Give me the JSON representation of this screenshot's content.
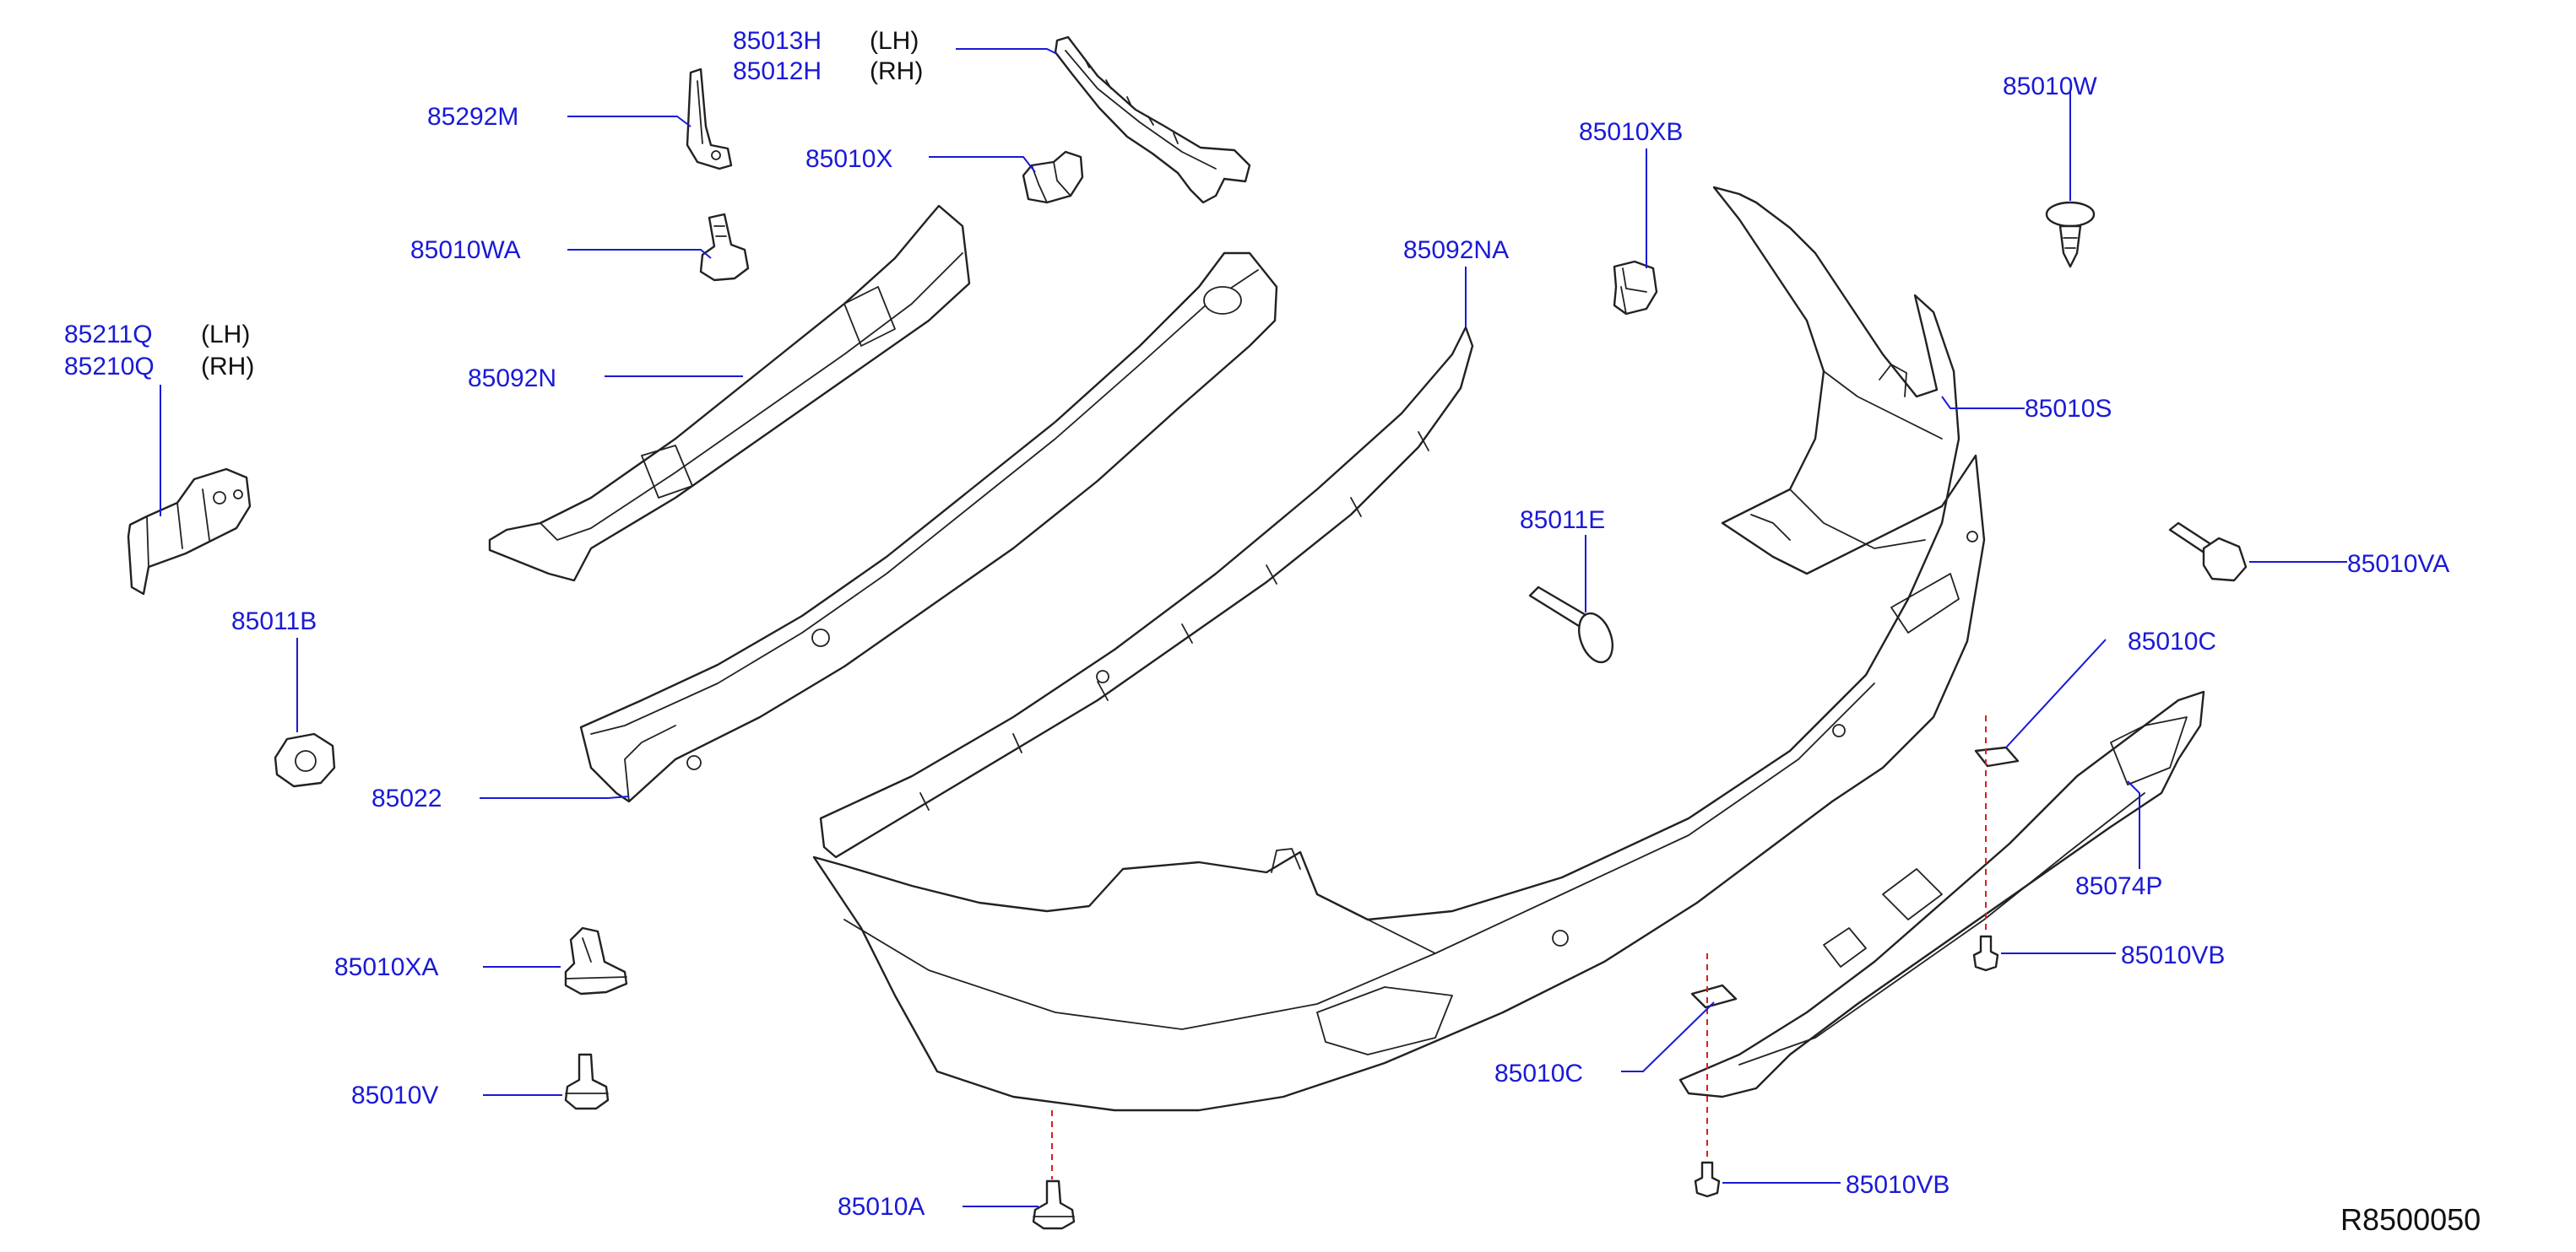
{
  "diagram": {
    "reference_code": "R8500050",
    "parts": [
      {
        "id": "85013H",
        "side": "(LH)"
      },
      {
        "id": "85012H",
        "side": "(RH)"
      },
      {
        "id": "85292M"
      },
      {
        "id": "85010X"
      },
      {
        "id": "85010WA"
      },
      {
        "id": "85211Q",
        "side": "(LH)"
      },
      {
        "id": "85210Q",
        "side": "(RH)"
      },
      {
        "id": "85092N"
      },
      {
        "id": "85011B"
      },
      {
        "id": "85022"
      },
      {
        "id": "85010XA"
      },
      {
        "id": "85010V"
      },
      {
        "id": "85010A"
      },
      {
        "id": "85092NA"
      },
      {
        "id": "85010XB"
      },
      {
        "id": "85011E"
      },
      {
        "id": "85010W"
      },
      {
        "id": "85010S"
      },
      {
        "id": "85010VA"
      },
      {
        "id": "85010C"
      },
      {
        "id": "85074P"
      },
      {
        "id": "85010VB"
      },
      {
        "id": "85010C"
      },
      {
        "id": "85010VB"
      }
    ]
  }
}
